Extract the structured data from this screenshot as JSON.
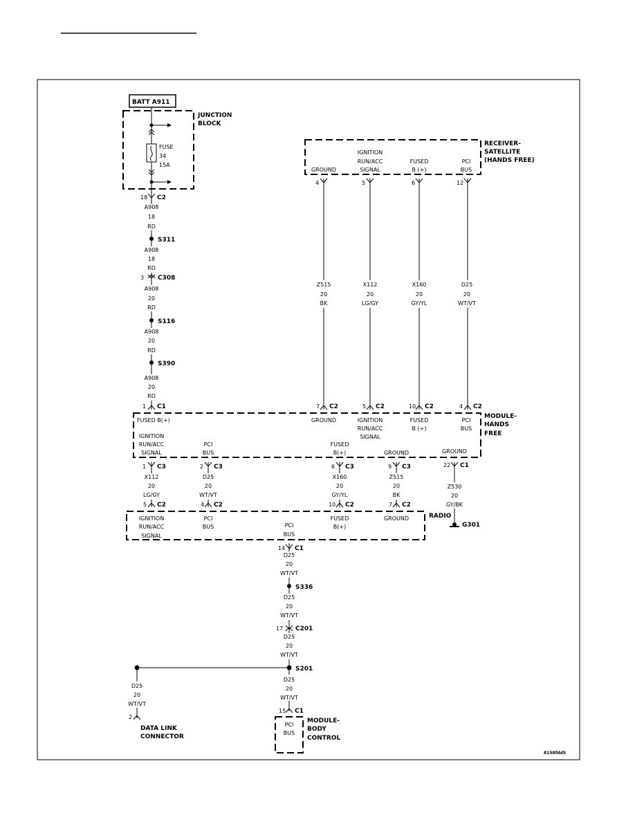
{
  "header": {
    "underline_text": ""
  },
  "diagram_id": "8158fdd5",
  "components": {
    "batt": "BATT A911",
    "junction_block": [
      "JUNCTION",
      "BLOCK"
    ],
    "fuse": [
      "FUSE",
      "34",
      "15A"
    ],
    "receiver": [
      "RECEIVER-",
      "SATELLITE",
      "(HANDS FREE)"
    ],
    "module_hands_free": [
      "MODULE-",
      "HANDS",
      "FREE"
    ],
    "radio": "RADIO",
    "data_link": [
      "DATA LINK",
      "CONNECTOR"
    ],
    "body_control": [
      "MODULE-",
      "BODY",
      "CONTROL"
    ]
  },
  "receiver_pins": [
    {
      "label": [
        "GROUND"
      ],
      "pin": "4",
      "wire": [
        "Z515",
        "20",
        "BK"
      ],
      "c2pin": "7",
      "c2": "C2",
      "mod_label": [
        "GROUND"
      ]
    },
    {
      "label": [
        "IGNITION",
        "RUN/ACC",
        "SIGNAL"
      ],
      "pin": "5",
      "wire": [
        "X112",
        "20",
        "LG/GY"
      ],
      "c2pin": "5",
      "c2": "C2",
      "mod_label": [
        "IGNITION",
        "RUN/ACC",
        "SIGNAL"
      ]
    },
    {
      "label": [
        "FUSED",
        "B (+)"
      ],
      "pin": "6",
      "wire": [
        "X160",
        "20",
        "GY/YL"
      ],
      "c2pin": "10",
      "c2": "C2",
      "mod_label": [
        "FUSED",
        "B (+)"
      ]
    },
    {
      "label": [
        "PCI",
        "BUS"
      ],
      "pin": "12",
      "wire": [
        "D25",
        "20",
        "WT/VT"
      ],
      "c2pin": "4",
      "c2": "C2",
      "mod_label": [
        "PCI",
        "BUS"
      ]
    }
  ],
  "left_chain": {
    "jb_pin": "18",
    "jb_conn": "C2",
    "segments": [
      [
        "A908",
        "18",
        "RD"
      ],
      [
        "A908",
        "18",
        "RD"
      ],
      [
        "A908",
        "20",
        "RD"
      ],
      [
        "A908",
        "20",
        "RD"
      ],
      [
        "A908",
        "20",
        "RD"
      ]
    ],
    "splices": [
      "S311",
      "S116",
      "S390"
    ],
    "c308_pin": "3",
    "c308": "C308",
    "mod_pin": "1",
    "mod_conn": "C1",
    "mod_label": "FUSED B(+)"
  },
  "module_bottom": {
    "labels": {
      "ign": [
        "IGNITION",
        "RUN/ACC",
        "SIGNAL"
      ],
      "pci": [
        "PCI",
        "BUS"
      ],
      "fused": [
        "FUSED",
        "B(+)"
      ],
      "ground": "GROUND",
      "ground2": "GROUND"
    },
    "pins": [
      {
        "pin": "1",
        "conn": "C3",
        "wire": [
          "X112",
          "20",
          "LG/GY"
        ],
        "rpin": "5",
        "rconn": "C2",
        "rlabel": [
          "IGNITION",
          "RUN/ACC",
          "SIGNAL"
        ]
      },
      {
        "pin": "2",
        "conn": "C3",
        "wire": [
          "D25",
          "20",
          "WT/VT"
        ],
        "rpin": "4",
        "rconn": "C2",
        "rlabel": [
          "PCI",
          "BUS"
        ]
      },
      {
        "pin": "6",
        "conn": "C3",
        "wire": [
          "X160",
          "20",
          "GY/YL"
        ],
        "rpin": "10",
        "rconn": "C2",
        "rlabel": [
          "FUSED",
          "B(+)"
        ]
      },
      {
        "pin": "9",
        "conn": "C3",
        "wire": [
          "Z515",
          "20",
          "BK"
        ],
        "rpin": "7",
        "rconn": "C2",
        "rlabel": [
          "GROUND"
        ]
      }
    ],
    "ground_pin": "22",
    "ground_conn": "C1",
    "ground_wire": [
      "Z530",
      "20",
      "GY/BK"
    ],
    "ground_point": "G301"
  },
  "radio_bus": {
    "label": [
      "PCI",
      "BUS"
    ],
    "pin": "14",
    "conn": "C1",
    "wires": [
      [
        "D25",
        "20",
        "WT/VT"
      ],
      [
        "D25",
        "20",
        "WT/VT"
      ],
      [
        "D25",
        "20",
        "WT/VT"
      ],
      [
        "D25",
        "20",
        "WT/VT"
      ]
    ],
    "s336": "S336",
    "c201_pin": "17",
    "c201": "C201",
    "s201": "S201",
    "dlc_wire": [
      "D25",
      "20",
      "WT/VT"
    ],
    "dlc_pin": "2",
    "bcm_pin": "15",
    "bcm_conn": "C1",
    "bcm_label": [
      "PCI",
      "BUS"
    ]
  }
}
